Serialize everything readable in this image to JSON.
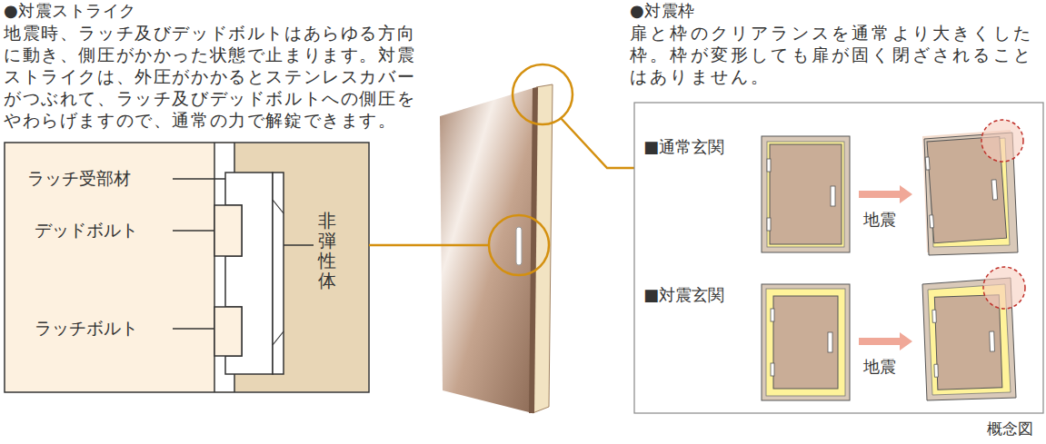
{
  "diagram": {
    "nodes": [
      {
        "text": [
          "●対震ストライク",
          "地震時、ラッチ及びデッドボルトはあらゆる方向に動き、側圧がかかった状態で止まります。対震ストライクは、外圧がかかるとステンレスカバーがつぶれて、ラッチ及びデッドボルトへの側圧をやわらげますので、通常の力で解錠できます。"
        ]
      },
      {
        "text": [
          "●対震枠",
          "扉と枠のクリアランスを通常より大きくした枠。枠が変形しても扉が固く閉ざされることはありません。"
        ]
      }
    ],
    "labels": [
      "ラッチ受部材",
      "デッドボルト",
      "ラッチボルト",
      "非弾性体",
      "■通常玄関",
      "地震",
      "■対震玄関",
      "地震",
      "概念図"
    ]
  }
}
